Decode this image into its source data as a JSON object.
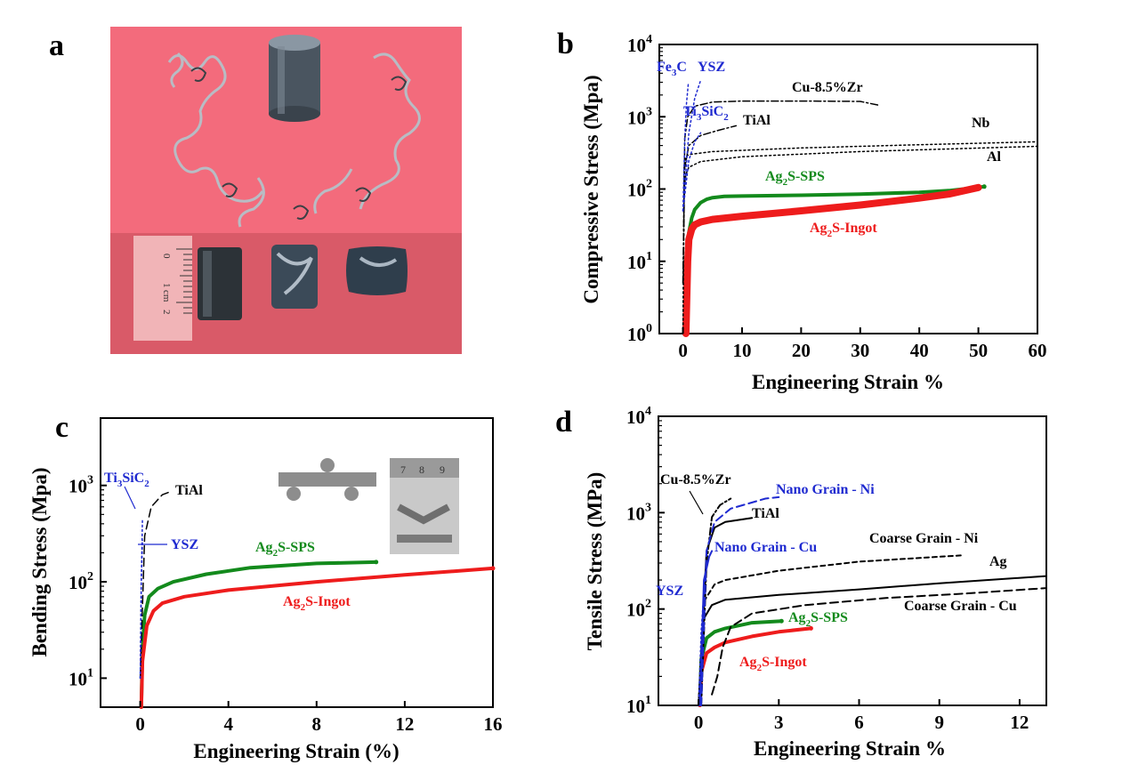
{
  "figure": {
    "panel_labels": [
      "a",
      "b",
      "c",
      "d"
    ],
    "photo": {
      "scale_marks": [
        "0",
        "1",
        "cm",
        "2"
      ]
    }
  },
  "colors": {
    "red": "#ee1c1c",
    "green": "#138a1c",
    "blue": "#1f2ad0",
    "black": "#000000",
    "photo_bg": "#f26a7a"
  },
  "chart_data": [
    {
      "id": "b",
      "type": "line",
      "title": "",
      "xlabel": "Engineering Strain %",
      "ylabel": "Compressive Stress (Mpa)",
      "xlim": [
        -4,
        60
      ],
      "ylim": [
        1,
        10000
      ],
      "y_scale": "log",
      "x_ticks": [
        "0",
        "10",
        "20",
        "30",
        "40",
        "50",
        "60"
      ],
      "y_ticks": [
        "10",
        "10",
        "10",
        "10",
        "10"
      ],
      "y_tick_exponents": [
        "0",
        "1",
        "2",
        "3",
        "4"
      ],
      "series": [
        {
          "name": "Ag2S-SPS",
          "color": "#138a1c",
          "style": "solid",
          "width": 4,
          "points": [
            [
              0.5,
              1
            ],
            [
              0.8,
              10
            ],
            [
              1,
              25
            ],
            [
              1.5,
              40
            ],
            [
              2,
              52
            ],
            [
              3,
              65
            ],
            [
              4,
              72
            ],
            [
              5,
              76
            ],
            [
              7,
              79
            ],
            [
              10,
              80
            ],
            [
              20,
              82
            ],
            [
              30,
              85
            ],
            [
              40,
              90
            ],
            [
              45,
              95
            ],
            [
              51,
              108
            ]
          ]
        },
        {
          "name": "Ag2S-Ingot",
          "color": "#ee1c1c",
          "style": "solid",
          "width": 8,
          "points": [
            [
              0.5,
              1
            ],
            [
              0.8,
              10
            ],
            [
              1,
              20
            ],
            [
              1.5,
              28
            ],
            [
              2,
              32
            ],
            [
              3,
              35
            ],
            [
              5,
              38
            ],
            [
              10,
              42
            ],
            [
              20,
              50
            ],
            [
              30,
              60
            ],
            [
              40,
              75
            ],
            [
              45,
              85
            ],
            [
              50,
              105
            ]
          ]
        },
        {
          "name": "Al",
          "color": "#000000",
          "style": "dot",
          "width": 1.5,
          "points": [
            [
              0,
              1
            ],
            [
              0.2,
              100
            ],
            [
              0.5,
              160
            ],
            [
              1,
              200
            ],
            [
              3,
              240
            ],
            [
              10,
              280
            ],
            [
              30,
              330
            ],
            [
              60,
              390
            ]
          ]
        },
        {
          "name": "Nb",
          "color": "#000000",
          "style": "dot",
          "width": 1.5,
          "points": [
            [
              0,
              1
            ],
            [
              0.2,
              200
            ],
            [
              0.5,
              280
            ],
            [
              1,
              300
            ],
            [
              5,
              330
            ],
            [
              20,
              370
            ],
            [
              40,
              410
            ],
            [
              60,
              450
            ]
          ]
        },
        {
          "name": "Cu-8.5%Zr",
          "color": "#000000",
          "style": "dashdot",
          "width": 1.5,
          "points": [
            [
              0,
              5
            ],
            [
              0.3,
              500
            ],
            [
              0.8,
              1000
            ],
            [
              2,
              1400
            ],
            [
              5,
              1600
            ],
            [
              10,
              1650
            ],
            [
              20,
              1650
            ],
            [
              30,
              1630
            ],
            [
              33,
              1450
            ]
          ]
        },
        {
          "name": "TiAl",
          "color": "#000000",
          "style": "dashdot",
          "width": 1.5,
          "points": [
            [
              0,
              5
            ],
            [
              0.3,
              200
            ],
            [
              1,
              400
            ],
            [
              3,
              550
            ],
            [
              6,
              650
            ],
            [
              9,
              750
            ]
          ]
        },
        {
          "name": "Fe3C",
          "color": "#1f2ad0",
          "style": "dot",
          "width": 1.5,
          "points": [
            [
              0,
              50
            ],
            [
              0.3,
              500
            ],
            [
              0.6,
              1500
            ],
            [
              0.9,
              2800
            ]
          ]
        },
        {
          "name": "YSZ",
          "color": "#1f2ad0",
          "style": "dot",
          "width": 1.5,
          "points": [
            [
              0,
              50
            ],
            [
              1,
              600
            ],
            [
              2,
              1800
            ],
            [
              3,
              3200
            ]
          ]
        },
        {
          "name": "Ti3SiC2",
          "color": "#1f2ad0",
          "style": "dot",
          "width": 1.5,
          "points": [
            [
              0,
              50
            ],
            [
              1,
              250
            ],
            [
              2,
              450
            ],
            [
              3,
              600
            ]
          ]
        }
      ],
      "annotations": [
        {
          "text": "Fe",
          "sub": "3",
          "after": "C",
          "color": "#1f2ad0"
        },
        {
          "text": "YSZ",
          "color": "#1f2ad0"
        },
        {
          "text": "Cu-8.5%Zr",
          "color": "#000000"
        },
        {
          "text": "Ti",
          "sub": "3",
          "after": "SiC",
          "sub2": "2",
          "color": "#1f2ad0"
        },
        {
          "text": "TiAl",
          "color": "#000000"
        },
        {
          "text": "Nb",
          "color": "#000000"
        },
        {
          "text": "Al",
          "color": "#000000"
        },
        {
          "text": "Ag",
          "sub": "2",
          "after": "S-SPS",
          "color": "#138a1c"
        },
        {
          "text": "Ag",
          "sub": "2",
          "after": "S-Ingot",
          "color": "#ee1c1c"
        }
      ]
    },
    {
      "id": "c",
      "type": "line",
      "title": "",
      "xlabel": "Engineering Strain (%)",
      "ylabel": "Bending Stress (Mpa)",
      "xlim": [
        -1.8,
        16
      ],
      "ylim": [
        5,
        5000
      ],
      "y_scale": "log",
      "x_ticks": [
        "0",
        "4",
        "8",
        "12",
        "16"
      ],
      "y_ticks": [
        "10",
        "10",
        "10"
      ],
      "y_tick_exponents": [
        "1",
        "2",
        "3"
      ],
      "series": [
        {
          "name": "Ag2S-SPS",
          "color": "#138a1c",
          "style": "solid",
          "width": 4,
          "points": [
            [
              0.05,
              5
            ],
            [
              0.1,
              20
            ],
            [
              0.2,
              45
            ],
            [
              0.4,
              70
            ],
            [
              0.8,
              85
            ],
            [
              1.5,
              100
            ],
            [
              3,
              120
            ],
            [
              5,
              140
            ],
            [
              8,
              155
            ],
            [
              10.7,
              160
            ]
          ]
        },
        {
          "name": "Ag2S-Ingot",
          "color": "#ee1c1c",
          "style": "solid",
          "width": 4,
          "points": [
            [
              0.05,
              5
            ],
            [
              0.1,
              15
            ],
            [
              0.3,
              35
            ],
            [
              0.6,
              50
            ],
            [
              1,
              60
            ],
            [
              2,
              70
            ],
            [
              4,
              82
            ],
            [
              8,
              100
            ],
            [
              12,
              118
            ],
            [
              16,
              138
            ]
          ]
        },
        {
          "name": "TiAl",
          "color": "#000000",
          "style": "dash",
          "width": 1.5,
          "points": [
            [
              0,
              10
            ],
            [
              0.2,
              300
            ],
            [
              0.5,
              600
            ],
            [
              1,
              800
            ],
            [
              1.3,
              850
            ]
          ]
        },
        {
          "name": "Ti3SiC2",
          "color": "#1f2ad0",
          "style": "dot",
          "width": 1.5,
          "points": [
            [
              0,
              10
            ],
            [
              0.05,
              100
            ],
            [
              0.1,
              450
            ]
          ]
        },
        {
          "name": "YSZ",
          "color": "#1f2ad0",
          "style": "dot",
          "width": 1.5,
          "points": [
            [
              0,
              10
            ],
            [
              0.05,
              100
            ],
            [
              0.1,
              270
            ]
          ]
        }
      ],
      "annotations": [
        {
          "text": "Ti",
          "sub": "3",
          "after": "SiC",
          "sub2": "2",
          "color": "#1f2ad0"
        },
        {
          "text": "TiAl",
          "color": "#000000"
        },
        {
          "text": "YSZ",
          "color": "#1f2ad0"
        },
        {
          "text": "Ag",
          "sub": "2",
          "after": "S-SPS",
          "color": "#138a1c"
        },
        {
          "text": "Ag",
          "sub": "2",
          "after": "S-Ingot",
          "color": "#ee1c1c"
        }
      ],
      "inset_ruler": [
        "7",
        "8",
        "9"
      ]
    },
    {
      "id": "d",
      "type": "line",
      "title": "",
      "xlabel": "Engineering Strain %",
      "ylabel": "Tensile Stress (MPa)",
      "xlim": [
        -1.5,
        13
      ],
      "ylim": [
        10,
        10000
      ],
      "y_scale": "log",
      "x_ticks": [
        "0",
        "3",
        "6",
        "9",
        "12"
      ],
      "y_ticks": [
        "10",
        "10",
        "10",
        "10"
      ],
      "y_tick_exponents": [
        "1",
        "2",
        "3",
        "4"
      ],
      "series": [
        {
          "name": "Ag2S-SPS",
          "color": "#138a1c",
          "style": "solid",
          "width": 4,
          "points": [
            [
              0.05,
              10
            ],
            [
              0.1,
              30
            ],
            [
              0.3,
              50
            ],
            [
              0.6,
              58
            ],
            [
              1,
              63
            ],
            [
              2,
              72
            ],
            [
              3.1,
              75
            ]
          ]
        },
        {
          "name": "Ag2S-Ingot",
          "color": "#ee1c1c",
          "style": "solid",
          "width": 4,
          "points": [
            [
              0.05,
              10
            ],
            [
              0.1,
              22
            ],
            [
              0.3,
              35
            ],
            [
              0.6,
              40
            ],
            [
              1,
              45
            ],
            [
              2,
              52
            ],
            [
              3,
              58
            ],
            [
              4.2,
              63
            ]
          ]
        },
        {
          "name": "Ag",
          "color": "#000000",
          "style": "solid",
          "width": 2,
          "points": [
            [
              0,
              10
            ],
            [
              0.2,
              80
            ],
            [
              0.5,
              110
            ],
            [
              1,
              125
            ],
            [
              3,
              140
            ],
            [
              6,
              160
            ],
            [
              9,
              185
            ],
            [
              13,
              220
            ]
          ]
        },
        {
          "name": "Coarse Grain - Ni",
          "color": "#000000",
          "style": "dash-short",
          "width": 2,
          "points": [
            [
              0,
              10
            ],
            [
              0.2,
              120
            ],
            [
              0.6,
              180
            ],
            [
              1,
              200
            ],
            [
              3,
              250
            ],
            [
              6,
              310
            ],
            [
              9.8,
              360
            ]
          ]
        },
        {
          "name": "Coarse Grain - Cu",
          "color": "#000000",
          "style": "dash",
          "width": 2,
          "points": [
            [
              0.5,
              13
            ],
            [
              0.7,
              20
            ],
            [
              0.9,
              40
            ],
            [
              1.2,
              65
            ],
            [
              2,
              90
            ],
            [
              4,
              110
            ],
            [
              7,
              130
            ],
            [
              10,
              145
            ],
            [
              13,
              165
            ]
          ]
        },
        {
          "name": "Cu-8.5%Zr",
          "color": "#000000",
          "style": "dashdot",
          "width": 2,
          "points": [
            [
              0.1,
              10
            ],
            [
              0.3,
              300
            ],
            [
              0.5,
              900
            ],
            [
              0.8,
              1200
            ],
            [
              1.2,
              1400
            ]
          ]
        },
        {
          "name": "TiAl",
          "color": "#000000",
          "style": "solid",
          "width": 2,
          "points": [
            [
              0,
              10
            ],
            [
              0.3,
              400
            ],
            [
              0.6,
              700
            ],
            [
              1,
              800
            ],
            [
              2,
              880
            ]
          ]
        },
        {
          "name": "Nano Grain - Ni",
          "color": "#1f2ad0",
          "style": "dash",
          "width": 2,
          "points": [
            [
              0.1,
              10
            ],
            [
              0.3,
              400
            ],
            [
              0.6,
              800
            ],
            [
              1.2,
              1100
            ],
            [
              2.5,
              1400
            ],
            [
              3,
              1450
            ]
          ]
        },
        {
          "name": "Nano Grain - Cu",
          "color": "#1f2ad0",
          "style": "solid",
          "width": 2,
          "points": [
            [
              0.05,
              10
            ],
            [
              0.2,
              200
            ],
            [
              0.4,
              350
            ],
            [
              0.5,
              400
            ]
          ]
        },
        {
          "name": "YSZ",
          "color": "#1f2ad0",
          "style": "dot",
          "width": 1.5,
          "points": [
            [
              0,
              10
            ],
            [
              0.1,
              60
            ],
            [
              0.2,
              150
            ]
          ]
        }
      ],
      "annotations": [
        {
          "text": "Cu-8.5%Zr",
          "color": "#000000"
        },
        {
          "text": "Nano Grain - Ni",
          "color": "#1f2ad0"
        },
        {
          "text": "TiAl",
          "color": "#000000"
        },
        {
          "text": "Coarse Grain - Ni",
          "color": "#000000"
        },
        {
          "text": "Nano Grain - Cu",
          "color": "#1f2ad0"
        },
        {
          "text": "Ag",
          "color": "#000000"
        },
        {
          "text": "YSZ",
          "color": "#1f2ad0"
        },
        {
          "text": "Coarse Grain - Cu",
          "color": "#000000"
        },
        {
          "text": "Ag",
          "sub": "2",
          "after": "S-SPS",
          "color": "#138a1c"
        },
        {
          "text": "Ag",
          "sub": "2",
          "after": "S-Ingot",
          "color": "#ee1c1c"
        }
      ]
    }
  ]
}
